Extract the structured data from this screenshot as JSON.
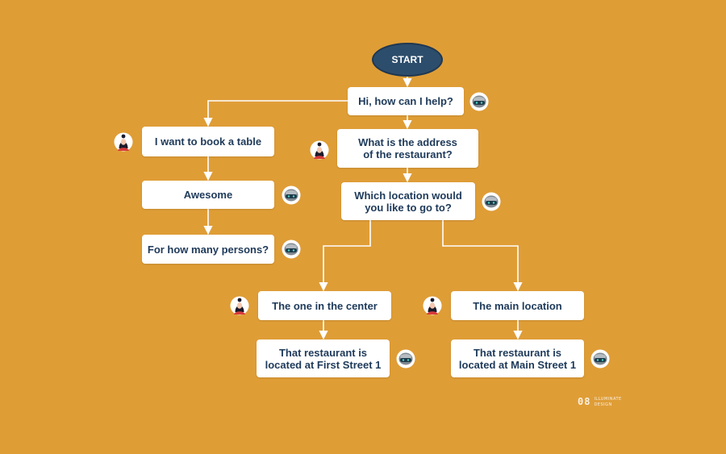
{
  "colors": {
    "background": "#df9d36",
    "node_fill": "#ffffff",
    "node_text": "#1e3a5a",
    "start_fill": "#2d4d6c",
    "connector": "#ffffff"
  },
  "start": {
    "label": "START"
  },
  "nodes": {
    "greeting": {
      "label": "Hi, how can I help?",
      "speaker": "bot"
    },
    "book_table": {
      "label": "I want to book a table",
      "speaker": "user"
    },
    "awesome": {
      "label": "Awesome",
      "speaker": "bot"
    },
    "how_many": {
      "label": "For how many persons?",
      "speaker": "bot"
    },
    "ask_address": {
      "label": "What is the address\nof the restaurant?",
      "speaker": "user"
    },
    "which_location": {
      "label": "Which location would\nyou like to go to?",
      "speaker": "bot"
    },
    "center": {
      "label": "The one in the center",
      "speaker": "user"
    },
    "main": {
      "label": "The main location",
      "speaker": "user"
    },
    "first_street": {
      "label": "That restaurant is\nlocated at First Street 1",
      "speaker": "bot"
    },
    "main_street": {
      "label": "That restaurant is\nlocated at Main Street 1",
      "speaker": "bot"
    }
  },
  "avatar_icons": {
    "user": "woman-avatar-icon",
    "bot": "robot-avatar-icon"
  },
  "brand": {
    "number": "08",
    "text_line1": "ILLUMINATE",
    "text_line2": "DESIGN"
  }
}
